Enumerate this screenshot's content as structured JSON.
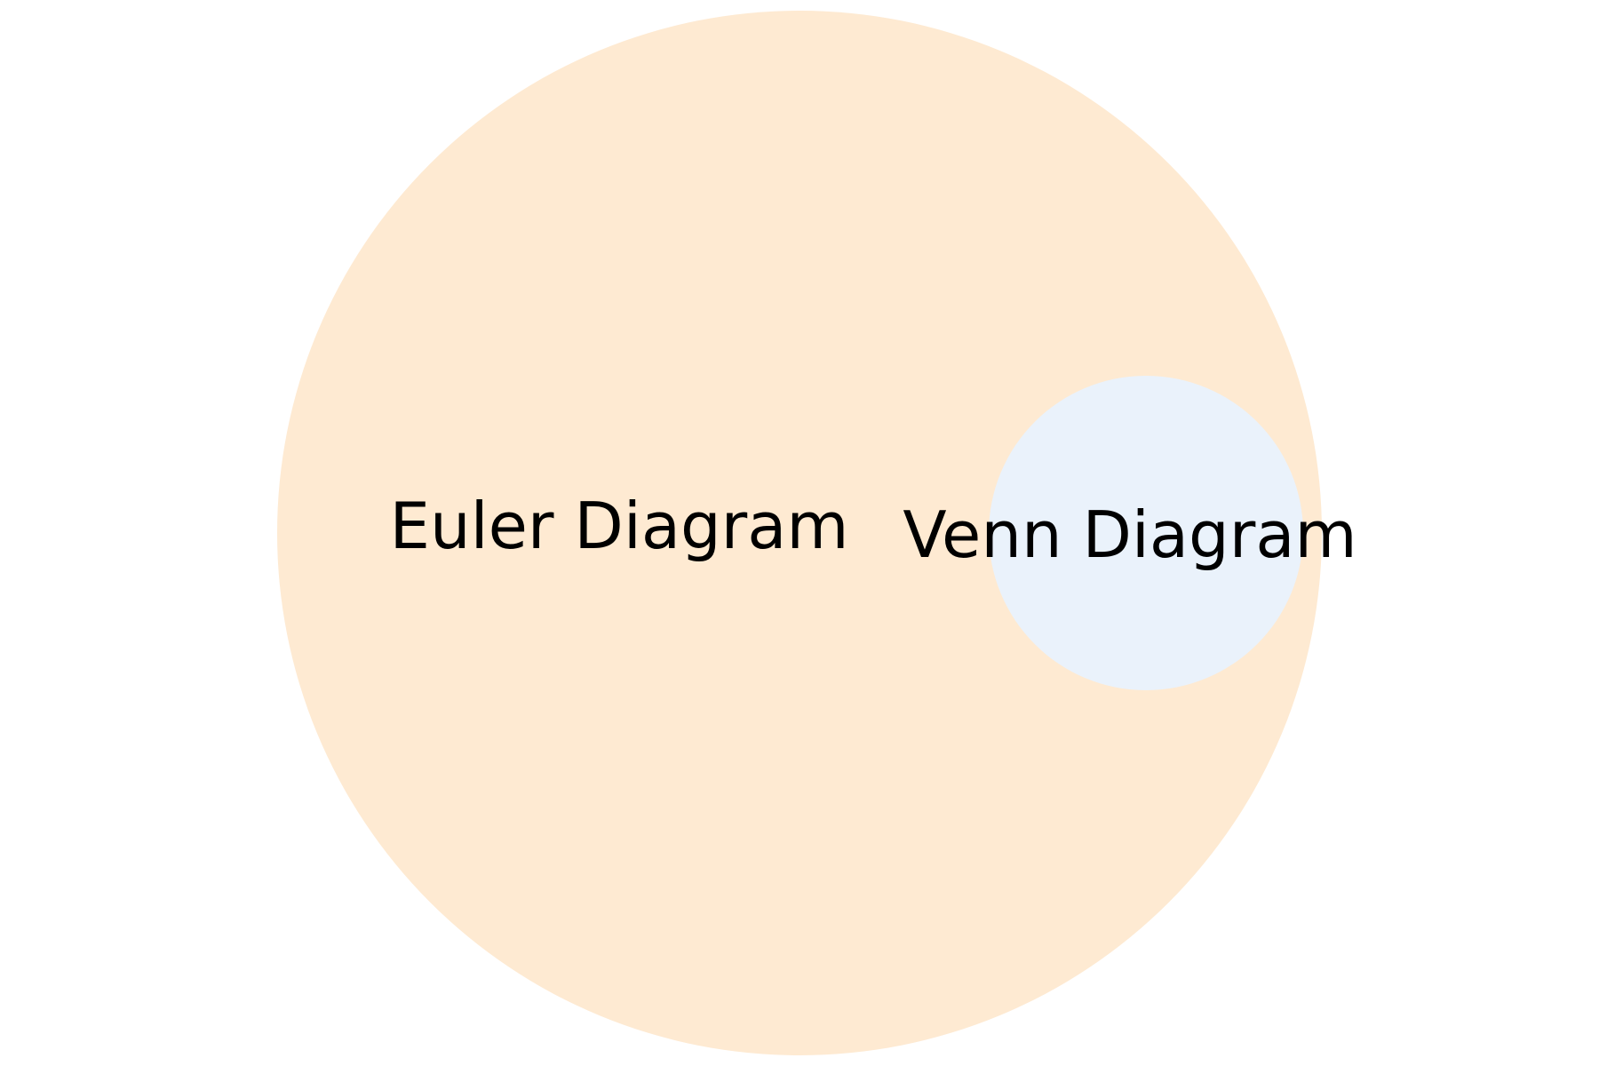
{
  "diagram": {
    "type": "euler",
    "background": "#ffffff",
    "sets": [
      {
        "id": "euler",
        "label": "Euler Diagram",
        "fill": "#FEEAD2",
        "contains": [
          "venn"
        ]
      },
      {
        "id": "venn",
        "label": "Venn Diagram",
        "fill": "#EAF2FB",
        "contained_in": "euler"
      }
    ]
  }
}
